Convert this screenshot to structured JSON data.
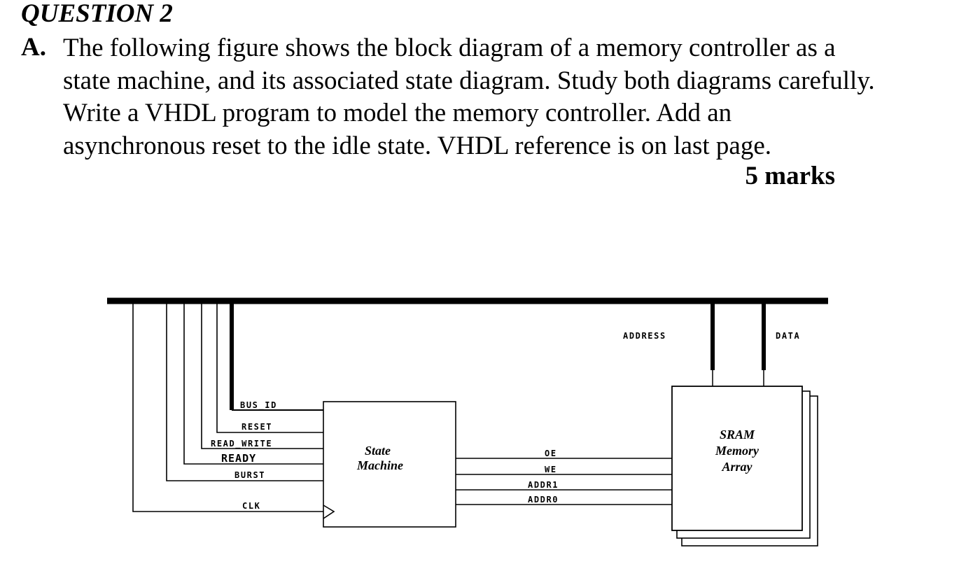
{
  "question": {
    "title": "QUESTION 2",
    "part_label": "A.",
    "lines": [
      "The following figure shows the block diagram of a memory controller as a",
      "state machine, and its associated state diagram. Study both diagrams carefully.",
      "Write a VHDL program to model the memory controller. Add an",
      "asynchronous reset to the idle state. VHDL reference is on last page."
    ],
    "marks": "5 marks"
  },
  "diagram": {
    "bus_labels": {
      "address": "ADDRESS",
      "data": "DATA"
    },
    "inputs": [
      "BUS_ID",
      "RESET",
      "READ_WRITE",
      "READY",
      "BURST",
      "CLK"
    ],
    "outputs": [
      "OE",
      "WE",
      "ADDR1",
      "ADDR0"
    ],
    "state_machine": {
      "line1": "State",
      "line2": "Machine"
    },
    "sram": {
      "line1": "SRAM",
      "line2": "Memory",
      "line3": "Array"
    }
  }
}
